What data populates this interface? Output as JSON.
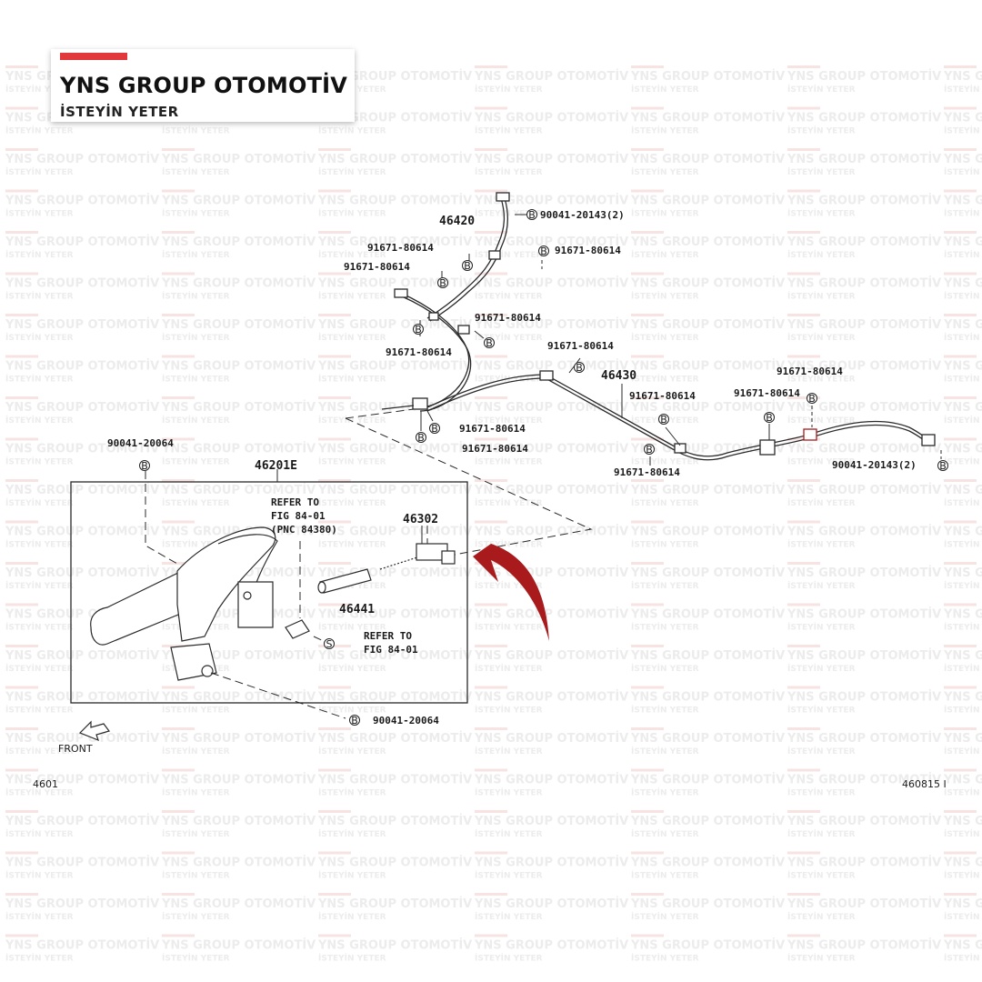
{
  "brand": {
    "title": "YNS GROUP OTOMOTİV",
    "subtitle": "İSTEYİN YETER",
    "accent_color": "#e0383b"
  },
  "watermark": {
    "title": "YNS GROUP OTOMOTİV",
    "subtitle": "İSTEYİN YETER"
  },
  "diagram": {
    "part_labels": {
      "p46420": "46420",
      "p46430": "46430",
      "p46201E": "46201E",
      "p46302": "46302",
      "p46441": "46441"
    },
    "callouts": {
      "c1": "90041-20143(2)",
      "c2": "91671-80614",
      "c3": "91671-80614",
      "c4": "91671-80614",
      "c5": "91671-80614",
      "c6": "91671-80614",
      "c7": "91671-80614",
      "c8": "91671-80614",
      "c9": "91671-80614",
      "c10": "91671-80614",
      "c11": "91671-80614",
      "c12": "91671-80614",
      "c13": "91671-80614",
      "c14": "90041-20143(2)",
      "c15": "90041-20064",
      "c16": "90041-20064"
    },
    "refer1": [
      "REFER TO",
      "FIG 84-01",
      "(PNC 84380)"
    ],
    "refer2": [
      "REFER TO",
      "FIG 84-01"
    ],
    "bolt_marker": "B",
    "screw_marker": "S",
    "front_label": "FRONT",
    "fig_left": "4601",
    "fig_right": "460815 I",
    "arrow_color": "#a81a1c"
  }
}
